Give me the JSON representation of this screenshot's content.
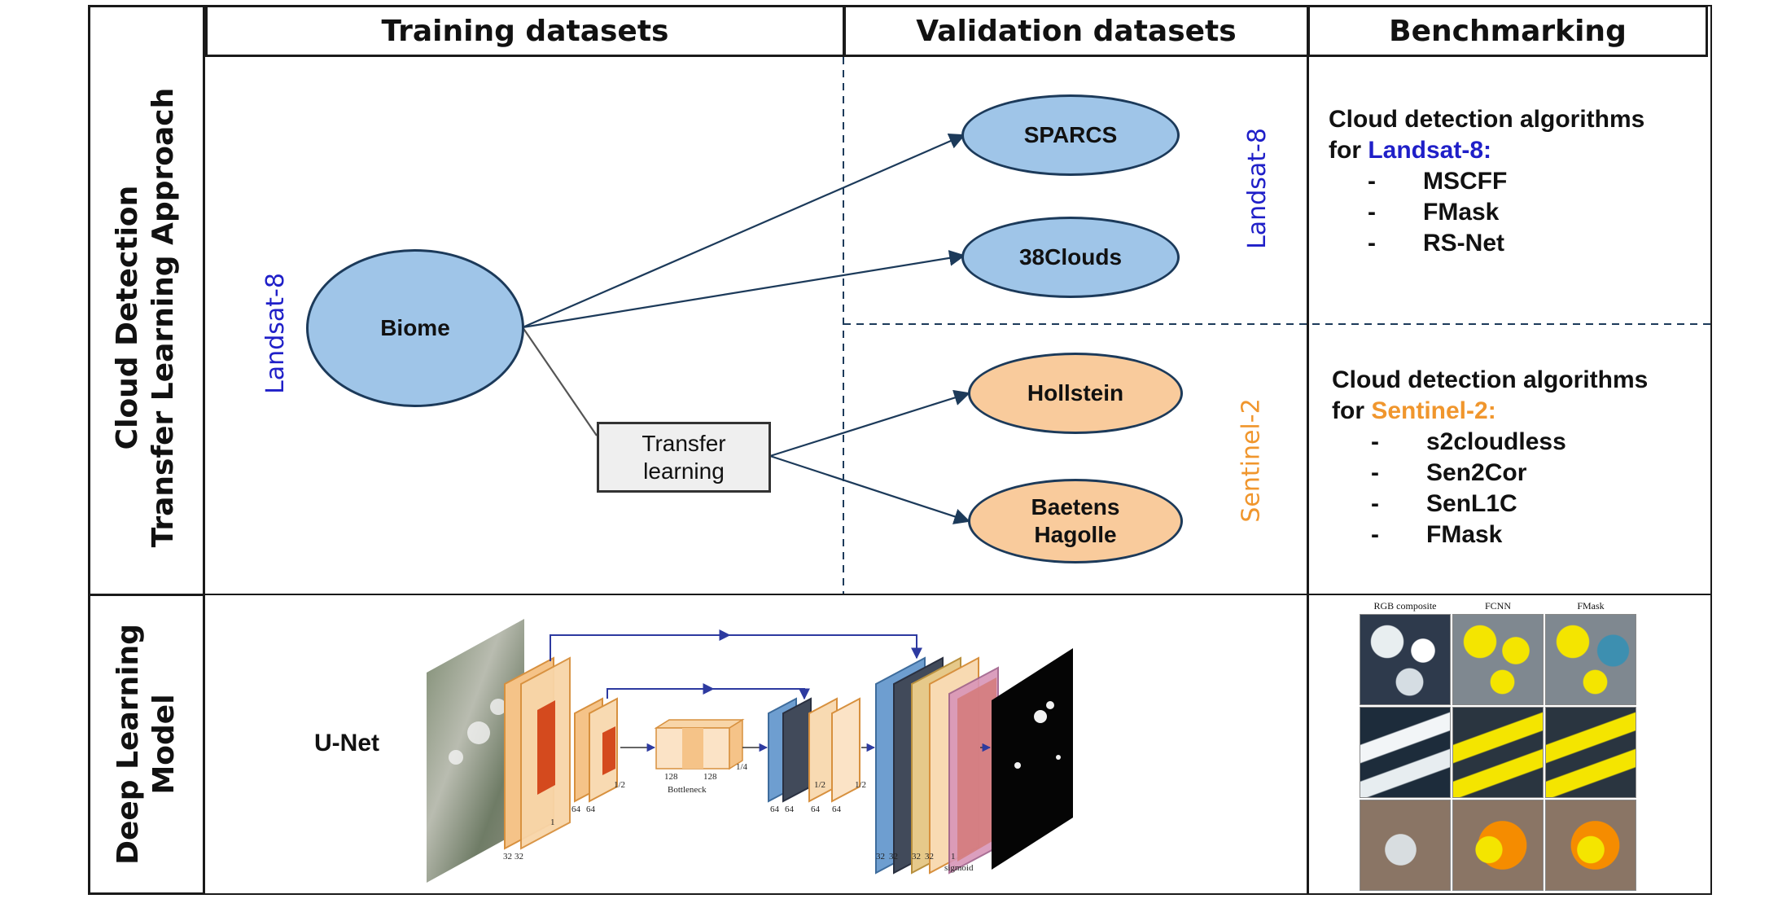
{
  "headers": {
    "training": "Training datasets",
    "validation": "Validation datasets",
    "benchmarking": "Benchmarking"
  },
  "row_labels": {
    "top_line1": "Cloud Detection",
    "top_line2": "Transfer Learning Approach",
    "bottom_line1": "Deep Learning",
    "bottom_line2": "Model"
  },
  "training": {
    "sensor_label": "Landsat-8",
    "biome": "Biome",
    "transfer_line1": "Transfer",
    "transfer_line2": "learning"
  },
  "validation": {
    "sparcs": "SPARCS",
    "clouds38": "38Clouds",
    "hollstein": "Hollstein",
    "baetens_line1": "Baetens",
    "baetens_line2": "Hagolle",
    "landsat_label": "Landsat-8",
    "sentinel_label": "Sentinel-2"
  },
  "benchmark": {
    "landsat": {
      "line1": "Cloud detection algorithms",
      "line2_prefix": "for ",
      "sensor": "Landsat-8:",
      "items": [
        "MSCFF",
        "FMask",
        "RS-Net"
      ]
    },
    "sentinel": {
      "line1": "Cloud detection algorithms",
      "line2_prefix": "for ",
      "sensor": "Sentinel-2:",
      "items": [
        "s2cloudless",
        "Sen2Cor",
        "SenL1C",
        "FMask"
      ]
    },
    "dash": "-",
    "figure_captions": [
      "RGB composite",
      "FCNN",
      "FMask"
    ]
  },
  "unet": {
    "label": "U-Net",
    "bottleneck": "Bottleneck",
    "sigmoid": "sigmoid",
    "ch": {
      "c32a": "32",
      "c32b": "32",
      "c64a": "64",
      "c64b": "64",
      "c128a": "128",
      "c128b": "128",
      "d64a": "64",
      "d64b": "64",
      "d64c": "64",
      "d64d": "64",
      "u32a": "32",
      "u32b": "32",
      "u32c": "32",
      "u32d": "32",
      "one": "1"
    },
    "scales": {
      "s1": "1",
      "s2": "1/2",
      "s3": "1/4",
      "s4": "1/2",
      "s5": "1/2"
    }
  },
  "colors": {
    "landsat_text": "#1f1fc8",
    "sentinel_text": "#f0962d",
    "ellipse_blue": "#9fc5e8",
    "ellipse_orange": "#f9cb9c"
  }
}
